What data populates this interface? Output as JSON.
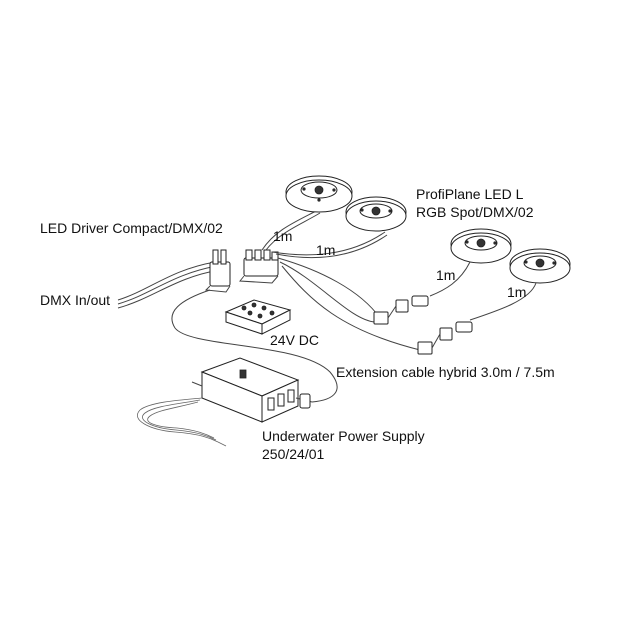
{
  "labels": {
    "led_driver": "LED Driver Compact/DMX/02",
    "dmx": "DMX In/out",
    "profiplane_line1": "ProfiPlane LED L",
    "profiplane_line2": "RGB Spot/DMX/02",
    "cable_1m_a": "1m",
    "cable_1m_b": "1m",
    "cable_1m_c": "1m",
    "cable_1m_d": "1m",
    "dc_24v": "24V DC",
    "extension": "Extension cable hybrid 3.0m / 7.5m",
    "psu_line1": "Underwater Power Supply",
    "psu_line2": "250/24/01"
  },
  "colors": {
    "line": "#444444",
    "text": "#111111"
  }
}
